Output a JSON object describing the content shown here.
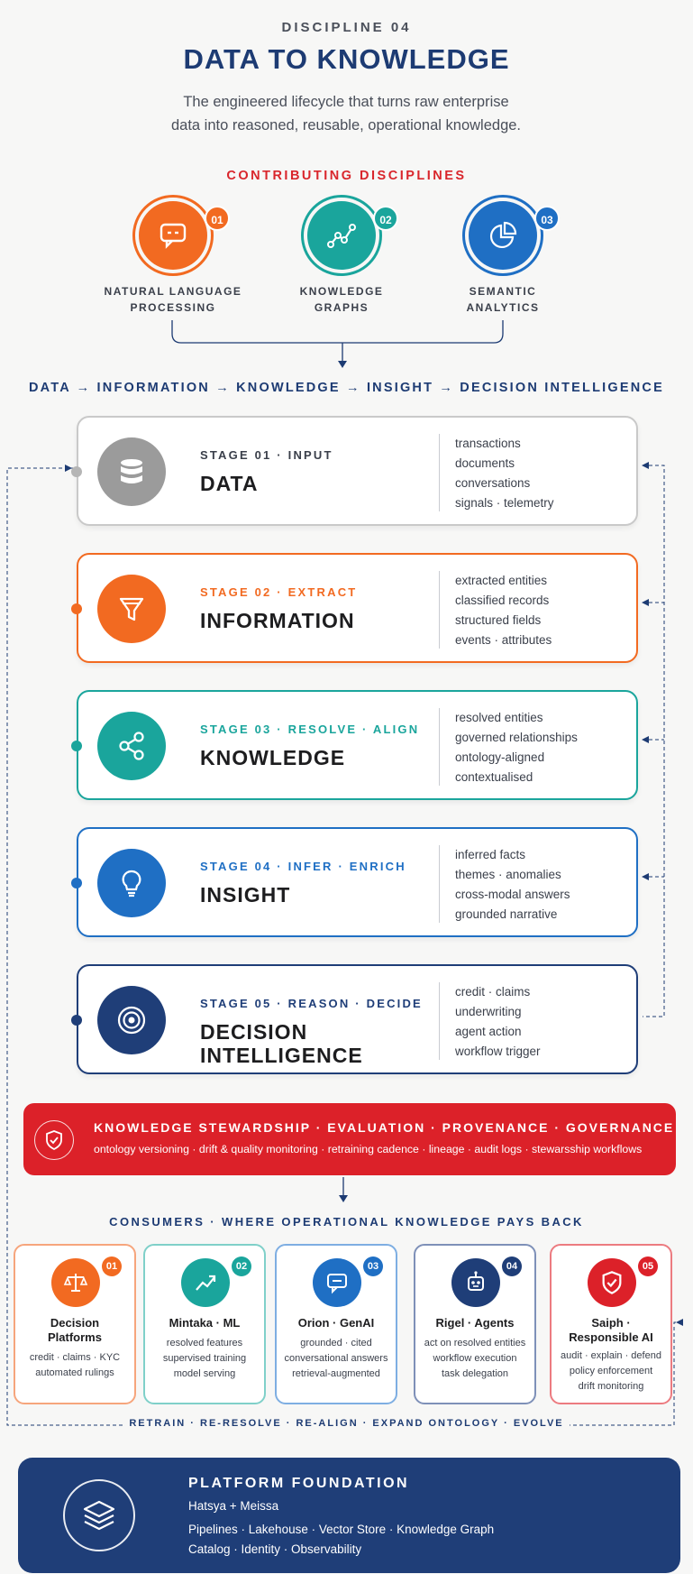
{
  "header": {
    "eyebrow": "DISCIPLINE 04",
    "title": "DATA TO KNOWLEDGE",
    "subtitle_line1": "The engineered lifecycle that turns raw enterprise",
    "subtitle_line2": "data into reasoned, reusable, operational knowledge."
  },
  "contributing": {
    "heading": "CONTRIBUTING DISCIPLINES",
    "items": [
      {
        "num": "01",
        "line1": "NATURAL LANGUAGE",
        "line2": "PROCESSING",
        "icon": "chat-bubble-icon",
        "color": "#f26a21"
      },
      {
        "num": "02",
        "line1": "KNOWLEDGE",
        "line2": "GRAPHS",
        "icon": "line-graph-icon",
        "color": "#1aa59c"
      },
      {
        "num": "03",
        "line1": "SEMANTIC",
        "line2": "ANALYTICS",
        "icon": "pie-chart-icon",
        "color": "#1f6fc4"
      }
    ]
  },
  "flow_line": "DATA → INFORMATION → KNOWLEDGE → INSIGHT → DECISION INTELLIGENCE",
  "stages": [
    {
      "label": "STAGE 01 · INPUT",
      "name": "DATA",
      "icon": "database-icon",
      "color": "#9b9b9b",
      "items": [
        "transactions",
        "documents",
        "conversations",
        "signals · telemetry"
      ]
    },
    {
      "label": "STAGE 02 · EXTRACT",
      "name": "INFORMATION",
      "icon": "funnel-icon",
      "color": "#f26a21",
      "items": [
        "extracted entities",
        "classified records",
        "structured fields",
        "events · attributes"
      ]
    },
    {
      "label": "STAGE 03 · RESOLVE · ALIGN",
      "name": "KNOWLEDGE",
      "icon": "share-nodes-icon",
      "color": "#1aa59c",
      "items": [
        "resolved entities",
        "governed relationships",
        "ontology-aligned",
        "contextualised"
      ]
    },
    {
      "label": "STAGE 04 · INFER · ENRICH",
      "name": "INSIGHT",
      "icon": "lightbulb-icon",
      "color": "#1f6fc4",
      "items": [
        "inferred facts",
        "themes · anomalies",
        "cross-modal answers",
        "grounded narrative"
      ]
    },
    {
      "label": "STAGE 05 · REASON · DECIDE",
      "name_line1": "DECISION",
      "name_line2": "INTELLIGENCE",
      "icon": "target-icon",
      "color": "#1f3e78",
      "items": [
        "credit · claims",
        "underwriting",
        "agent action",
        "workflow trigger"
      ]
    }
  ],
  "stewardship": {
    "heading": "KNOWLEDGE STEWARDSHIP · EVALUATION · PROVENANCE · GOVERNANCE",
    "sub": "ontology versioning · drift & quality monitoring · retraining cadence · lineage · audit logs · stewarsship workflows"
  },
  "consumers": {
    "heading": "CONSUMERS · WHERE OPERATIONAL KNOWLEDGE PAYS BACK",
    "cards": [
      {
        "num": "01",
        "t1": "Decision",
        "t2": "Platforms",
        "lines": [
          "credit · claims · KYC",
          "automated rulings"
        ],
        "icon": "scales-icon",
        "color": "#f26a21"
      },
      {
        "num": "02",
        "t1": "Mintaka · ML",
        "t2": "",
        "lines": [
          "resolved features",
          "supervised training",
          "model serving"
        ],
        "icon": "trend-up-icon",
        "color": "#1aa59c"
      },
      {
        "num": "03",
        "t1": "Orion · GenAI",
        "t2": "",
        "lines": [
          "grounded · cited",
          "conversational answers",
          "retrieval-augmented"
        ],
        "icon": "message-icon",
        "color": "#1f6fc4"
      },
      {
        "num": "04",
        "t1": "Rigel · Agents",
        "t2": "",
        "lines": [
          "act on resolved entities",
          "workflow execution",
          "task delegation"
        ],
        "icon": "robot-icon",
        "color": "#1f3e78"
      },
      {
        "num": "05",
        "t1": "Saiph ·",
        "t2": "Responsible AI",
        "lines": [
          "audit · explain · defend",
          "policy enforcement",
          "drift monitoring"
        ],
        "icon": "shield-check-icon",
        "color": "#dc2129"
      }
    ]
  },
  "loop_text": "RETRAIN · RE-RESOLVE · RE-ALIGN · EXPAND ONTOLOGY · EVOLVE",
  "foundation": {
    "heading": "PLATFORM FOUNDATION",
    "line1": "Hatsya + Meissa",
    "line2": "Pipelines · Lakehouse · Vector Store · Knowledge Graph",
    "line3": "Catalog · Identity · Observability"
  }
}
